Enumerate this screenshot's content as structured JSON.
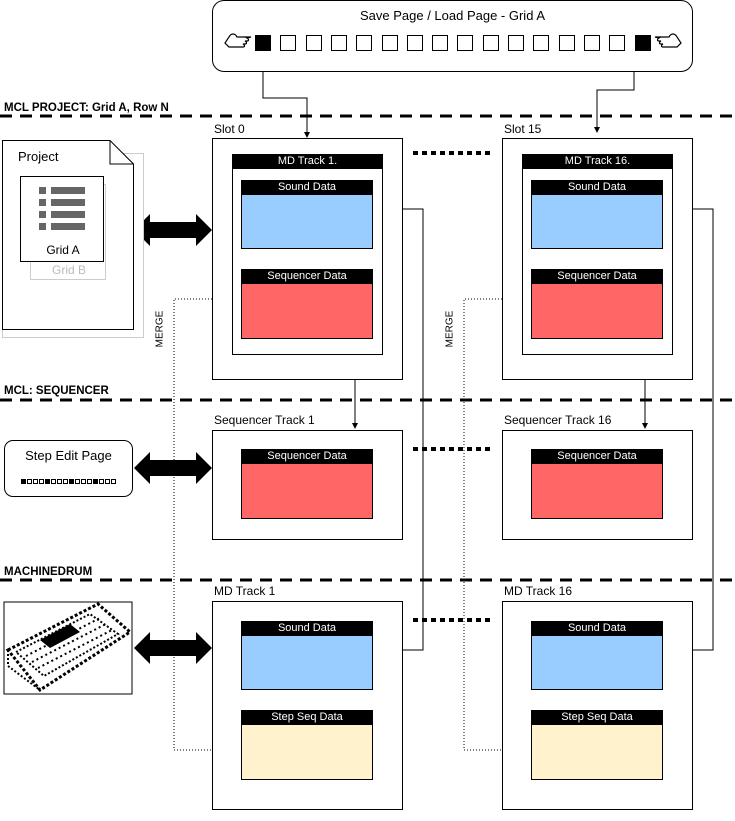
{
  "colors": {
    "sound": "#99ccff",
    "sequencer": "#ff6666",
    "stepseq": "#fff2cc",
    "header": "#000000"
  },
  "save_load": {
    "title": "Save Page / Load Page - Grid A",
    "left_icon": "pointing-hand-left-icon",
    "right_icon": "pointing-hand-right-icon",
    "slot_count": 16
  },
  "sections": {
    "project": "MCL PROJECT: Grid A, Row N",
    "sequencer": "MCL: SEQUENCER",
    "machinedrum": "MACHINEDRUM"
  },
  "project_doc": {
    "title": "Project",
    "grid_a": "Grid A",
    "grid_b": "Grid B"
  },
  "slots": {
    "left": {
      "label": "Slot 0",
      "track_header": "MD Track 1.",
      "sound": "Sound Data",
      "sequencer": "Sequencer Data"
    },
    "right": {
      "label": "Slot 15",
      "track_header": "MD Track 16.",
      "sound": "Sound Data",
      "sequencer": "Sequencer Data"
    }
  },
  "sequencer_tracks": {
    "left": {
      "label": "Sequencer Track 1",
      "sequencer": "Sequencer Data"
    },
    "right": {
      "label": "Sequencer Track 16",
      "sequencer": "Sequencer Data"
    }
  },
  "step_edit": {
    "title": "Step Edit Page"
  },
  "md_tracks": {
    "left": {
      "label": "MD Track 1",
      "sound": "Sound Data",
      "stepseq": "Step Seq Data"
    },
    "right": {
      "label": "MD Track 16",
      "sound": "Sound Data",
      "stepseq": "Step Seq Data"
    }
  },
  "merge_label": "MERGE",
  "machinedrum_icon": "machinedrum-icon"
}
